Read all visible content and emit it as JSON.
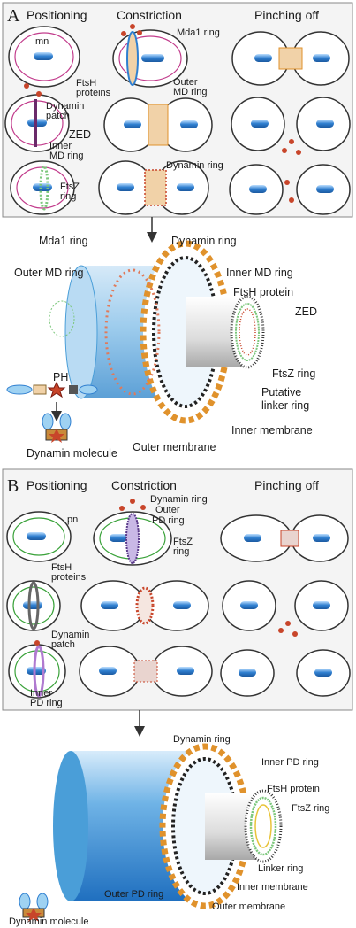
{
  "panel_a": {
    "letter": "A",
    "headers": {
      "positioning": "Positioning",
      "constriction": "Constriction",
      "pinching_off": "Pinching off"
    },
    "labels": {
      "mn": "mn",
      "ftsh_proteins_1": "FtsH",
      "ftsh_proteins_2": "proteins",
      "dynamin_patch_1": "Dynamin",
      "dynamin_patch_2": "patch",
      "zed": "ZED",
      "inner_md_ring_1": "Inner",
      "inner_md_ring_2": "MD ring",
      "ftsz_ring_1": "FtsZ",
      "ftsz_ring_2": "ring",
      "mda1_ring": "Mda1 ring",
      "outer_md_ring_1": "Outer",
      "outer_md_ring_2": "MD ring",
      "dynamin_ring": "Dynamin ring"
    },
    "detail": {
      "mda1_ring": "Mda1 ring",
      "dynamin_ring": "Dynamin ring",
      "outer_md_ring": "Outer MD ring",
      "inner_md_ring": "Inner MD ring",
      "ftsh_protein": "FtsH protein",
      "zed": "ZED",
      "ftsz_ring": "FtsZ ring",
      "putative_linker_ring_1": "Putative",
      "putative_linker_ring_2": "linker ring",
      "inner_membrane": "Inner membrane",
      "outer_membrane": "Outer membrane",
      "ph": "PH",
      "dynamin_molecule": "Dynamin molecule"
    }
  },
  "panel_b": {
    "letter": "B",
    "headers": {
      "positioning": "Positioning",
      "constriction": "Constriction",
      "pinching_off": "Pinching off"
    },
    "labels": {
      "pn": "pn",
      "dynamin_ring": "Dynamin ring",
      "outer_pd_ring_1": "Outer",
      "outer_pd_ring_2": "PD ring",
      "ftsz_ring_1": "FtsZ",
      "ftsz_ring_2": "ring",
      "ftsh_proteins_1": "FtsH",
      "ftsh_proteins_2": "proteins",
      "dynamin_patch_1": "Dynamin",
      "dynamin_patch_2": "patch",
      "inner_pd_ring_1": "Inner",
      "inner_pd_ring_2": "PD ring"
    },
    "detail": {
      "dynamin_ring": "Dynamin ring",
      "inner_pd_ring": "Inner PD ring",
      "ftsh_protein": "FtsH protein",
      "ftsz_ring": "FtsZ ring",
      "linker_ring": "Linker ring",
      "inner_membrane": "Inner membrane",
      "outer_membrane": "Outer membrane",
      "outer_pd_ring": "Outer PD ring",
      "dynamin_molecule": "Dynamin molecule"
    }
  },
  "colors": {
    "mito_membrane": "#c23c8c",
    "chloro_membrane": "#3aa23a",
    "nucleoid": "#2f7fd0",
    "dynamin": "#c8452a",
    "ring_orange": "#e0922c",
    "ftsz_green": "#7cc77c",
    "cylinder_blue": "#4a9ed8"
  }
}
